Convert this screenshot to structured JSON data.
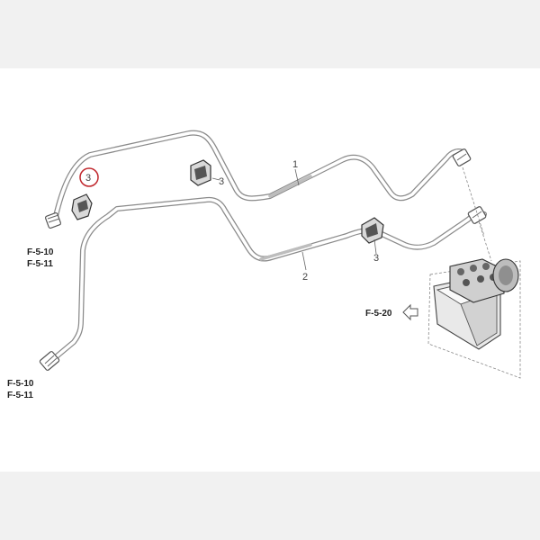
{
  "diagram": {
    "callouts": {
      "clip_circled": "3",
      "clip_mid": "3",
      "clip_right": "3",
      "pipe_1": "1",
      "pipe_2": "2"
    },
    "refs": {
      "top_left_a": "F-5-10",
      "top_left_b": "F-5-11",
      "bottom_left_a": "F-5-10",
      "bottom_left_b": "F-5-11",
      "abs_unit": "F-5-20"
    },
    "colors": {
      "highlight_circle": "#c0262c",
      "pipe": "#9a9a9a",
      "band": "#f1f1f1"
    }
  }
}
